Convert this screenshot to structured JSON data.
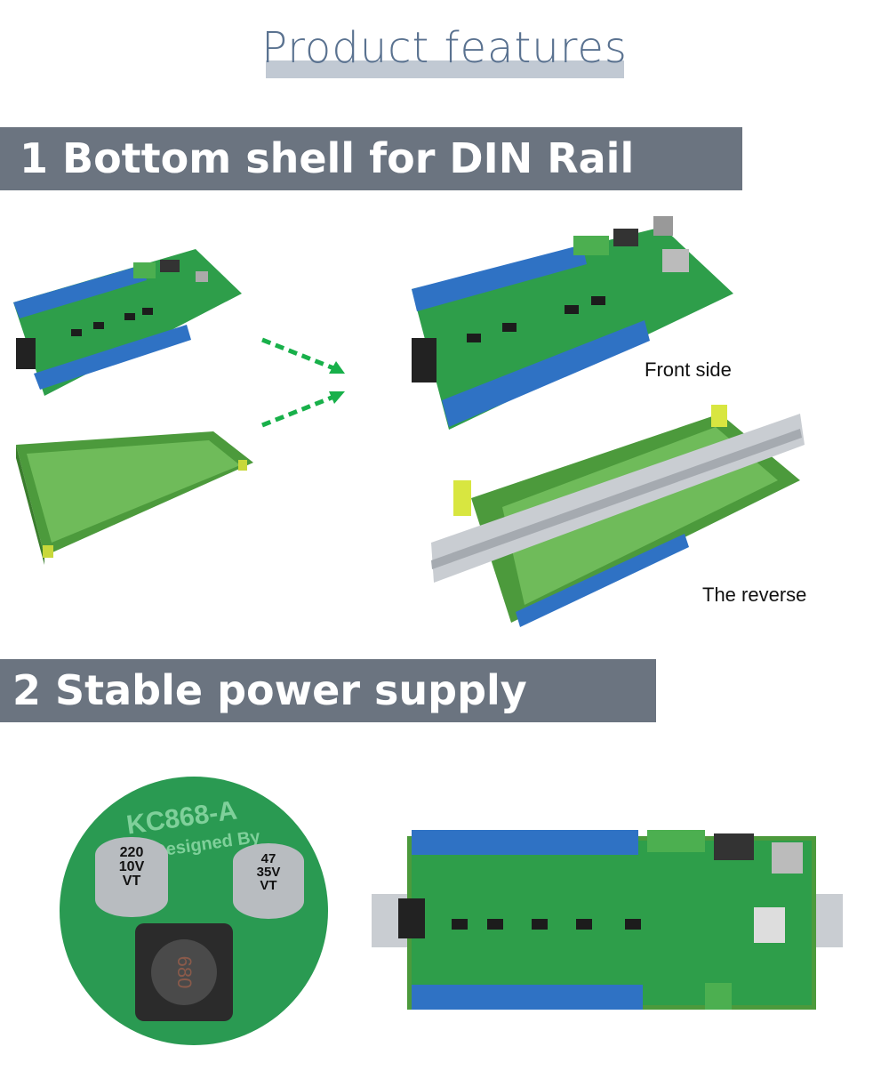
{
  "header": {
    "title": "Product features"
  },
  "sections": [
    {
      "title": "1 Bottom shell for DIN Rail install",
      "labels": {
        "front": "Front side",
        "reverse": "The reverse"
      }
    },
    {
      "title": "2 Stable power supply circuit",
      "closeup": {
        "board_text": "KC868-A",
        "designer_text": "Designed By",
        "cap1": [
          "220",
          "10V",
          "VT"
        ],
        "cap2": [
          "47",
          "35V",
          "VT"
        ],
        "inductor": "680"
      }
    }
  ],
  "colors": {
    "banner": "#6b7480",
    "title": "#5a7290",
    "pcb": "#2e9e4a",
    "terminal": "#2f72c4",
    "shell": "#4c9a3c",
    "arrow": "#18b04a"
  }
}
